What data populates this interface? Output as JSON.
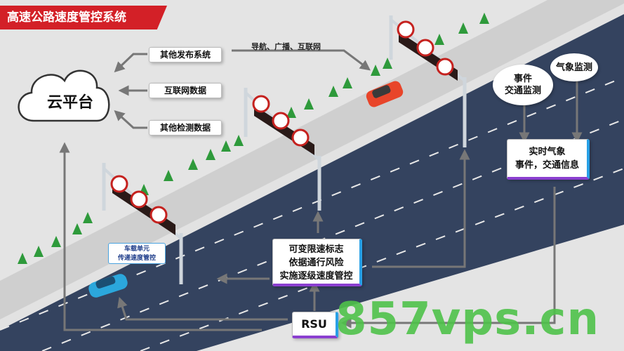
{
  "title": "高速公路速度管控系统",
  "cloud": {
    "label": "云平台"
  },
  "outputs": [
    "其他发布系统",
    "互联网数据",
    "其他检测数据"
  ],
  "nav_label": "导航、广播、互联网",
  "bubbles": {
    "event": "事件\n交通监测",
    "weather": "气象监测"
  },
  "info_box": "实时气象\n事件，交通信息",
  "control_box": "可变限速标志\n依据通行风险\n实施逐级速度管控",
  "rsu": "RSU",
  "vehicle_label": "车载单元\n传递速度管控",
  "watermark": "857vps.cn",
  "colors": {
    "title_bg": "#d32027",
    "road": "#34435f",
    "grass": "#c9c9c9",
    "car_red": "#e8452a",
    "car_blue": "#2ba7dc",
    "sign_red": "#c5221f",
    "tree": "#2e9a3b",
    "watermark": "#4fc24a"
  }
}
